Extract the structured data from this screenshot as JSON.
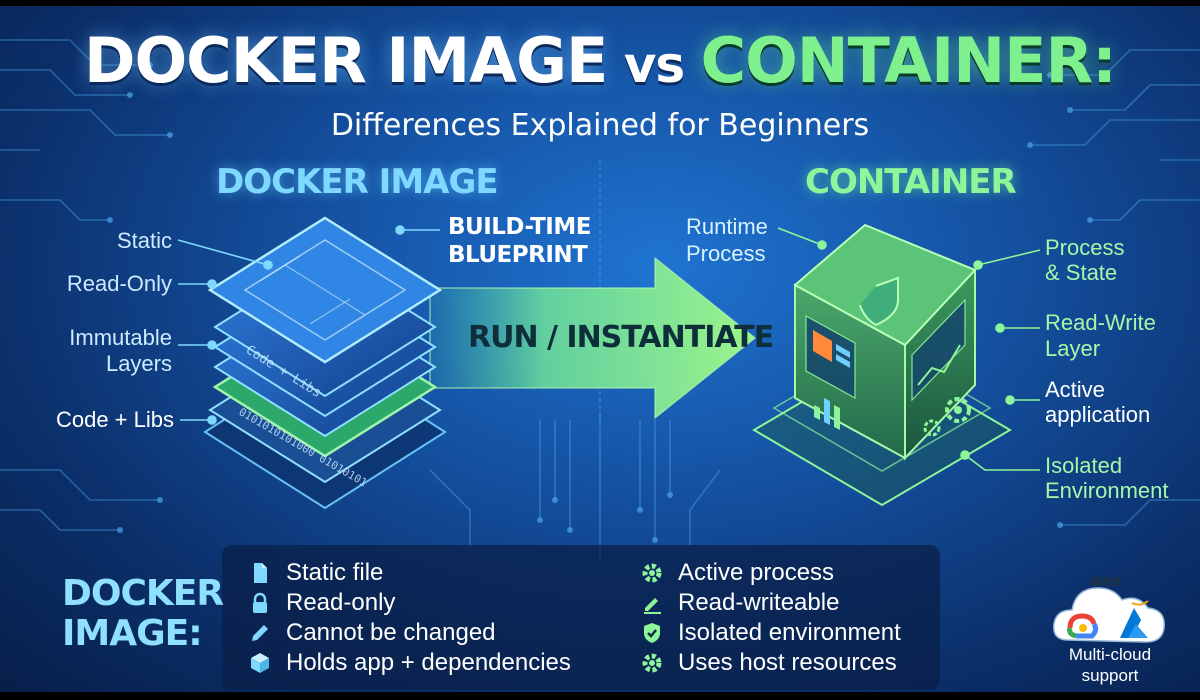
{
  "title": {
    "part1": "DOCKER IMAGE",
    "vs": " vs ",
    "part2": "CONTAINER:",
    "subtitle": "Differences Explained for Beginners"
  },
  "image_section": {
    "heading": "DOCKER IMAGE",
    "labels": {
      "static": "Static",
      "read_only": "Read-Only",
      "immutable_1": "Immutable",
      "immutable_2": "Layers",
      "code_libs": "Code + Libs",
      "blueprint_1": "BUILD-TIME",
      "blueprint_2": "BLUEPRINT"
    },
    "layer_texts": [
      "Code + Libs",
      "0101010101000  01010101"
    ]
  },
  "arrow": {
    "label": "RUN / INSTANTIATE"
  },
  "container_section": {
    "heading": "CONTAINER",
    "labels": {
      "runtime_1": "Runtime",
      "runtime_2": "Process",
      "process_state_1": "Process",
      "process_state_2": "& State",
      "read_write_1": "Read-Write",
      "read_write_2": "Layer",
      "active_1": "Active",
      "active_2": "application",
      "isolated_1": "Isolated",
      "isolated_2": "Environment"
    }
  },
  "bottom": {
    "title_1": "DOCKER",
    "title_2": "IMAGE:",
    "image_features": [
      {
        "icon": "file-icon",
        "text": "Static file"
      },
      {
        "icon": "lock-icon",
        "text": "Read-only"
      },
      {
        "icon": "pencil-icon",
        "text": "Cannot be changed"
      },
      {
        "icon": "box-icon",
        "text": "Holds app + dependencies"
      }
    ],
    "container_features": [
      {
        "icon": "gear-icon",
        "text": "Active process"
      },
      {
        "icon": "edit-icon",
        "text": "Read-writeable"
      },
      {
        "icon": "shield-check-icon",
        "text": "Isolated environment"
      },
      {
        "icon": "gear-icon",
        "text": "Uses host resources"
      }
    ]
  },
  "badge": {
    "aws": "aws",
    "line1": "Multi-cloud",
    "line2": "support",
    "icons": [
      "google-cloud-icon",
      "azure-icon"
    ]
  },
  "colors": {
    "accent_blue": "#7fd8ff",
    "accent_green": "#8df59a",
    "background": "#14509f"
  }
}
